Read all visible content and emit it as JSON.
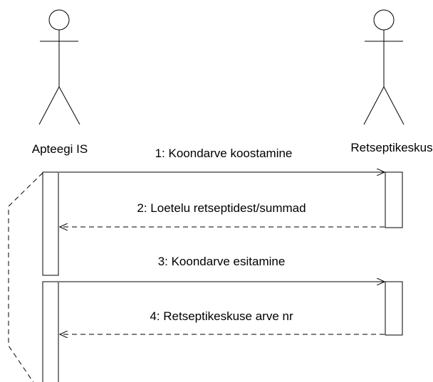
{
  "actors": [
    {
      "name": "Apteegi IS"
    },
    {
      "name": "Retseptikeskus"
    }
  ],
  "messages": [
    {
      "label": "1: Koondarve koostamine",
      "style": "solid"
    },
    {
      "label": "2: Loetelu retseptidest/summad",
      "style": "dashed"
    },
    {
      "label": "3: Koondarve esitamine",
      "style": "solid"
    },
    {
      "label": "4: Retseptikeskuse arve nr",
      "style": "dashed"
    }
  ],
  "colors": {
    "stroke": "#000000",
    "background": "#ffffff"
  }
}
